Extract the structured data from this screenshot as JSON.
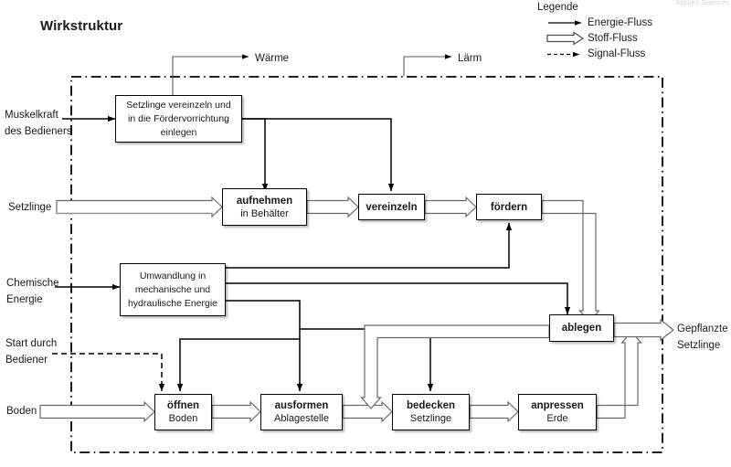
{
  "page": {
    "title": "Wirkstruktur",
    "watermark": "Applied Sciences"
  },
  "legend": {
    "title": "Legende",
    "items": [
      {
        "key": "energie",
        "label": "Energie-Fluss",
        "style": "solid-arrow"
      },
      {
        "key": "stoff",
        "label": "Stoff-Fluss",
        "style": "double-line-hollow-arrow"
      },
      {
        "key": "signal",
        "label": "Signal-Fluss",
        "style": "dashed-arrow"
      }
    ]
  },
  "inputs": [
    {
      "id": "muskelkraft",
      "line1": "Muskelkraft",
      "line2": "des Bedieners",
      "flow": "energie"
    },
    {
      "id": "setzlinge",
      "line1": "Setzlinge",
      "line2": "",
      "flow": "stoff"
    },
    {
      "id": "chemische",
      "line1": "Chemische",
      "line2": "Energie",
      "flow": "energie"
    },
    {
      "id": "start",
      "line1": "Start durch",
      "line2": "Bediener",
      "flow": "signal"
    },
    {
      "id": "boden",
      "line1": "Boden",
      "line2": "",
      "flow": "stoff"
    }
  ],
  "outputs": [
    {
      "id": "waerme",
      "line1": "Wärme",
      "line2": "",
      "flow": "energie"
    },
    {
      "id": "laerm",
      "line1": "Lärm",
      "line2": "",
      "flow": "energie"
    },
    {
      "id": "gepflanzte",
      "line1": "Gepflanzte",
      "line2": "Setzlinge",
      "flow": "stoff"
    }
  ],
  "blocks": [
    {
      "id": "einlegen",
      "bold": "",
      "plain": "Setzlinge vereinzeln und\nin die Fördervorrichtung\neinlegen"
    },
    {
      "id": "aufnehmen",
      "bold": "aufnehmen",
      "plain": "in Behälter"
    },
    {
      "id": "vereinzeln",
      "bold": "vereinzeln",
      "plain": ""
    },
    {
      "id": "foerdern",
      "bold": "fördern",
      "plain": ""
    },
    {
      "id": "umwandlung",
      "bold": "",
      "plain": "Umwandlung in\nmechanische und\nhydraulische Energie"
    },
    {
      "id": "ablegen",
      "bold": "ablegen",
      "plain": ""
    },
    {
      "id": "oeffnen",
      "bold": "öffnen",
      "plain": "Boden"
    },
    {
      "id": "ausformen",
      "bold": "ausformen",
      "plain": "Ablagestelle"
    },
    {
      "id": "bedecken",
      "bold": "bedecken",
      "plain": "Setzlinge"
    },
    {
      "id": "anpressen",
      "bold": "anpressen",
      "plain": "Erde"
    }
  ],
  "colors": {
    "line": "#000000",
    "stoff_fill": "#ffffff",
    "stoff_stroke": "#5a5a5a",
    "boundary": "#000000",
    "background": "#ffffff"
  },
  "system_boundary": {
    "style": "dash-dot",
    "label": ""
  }
}
